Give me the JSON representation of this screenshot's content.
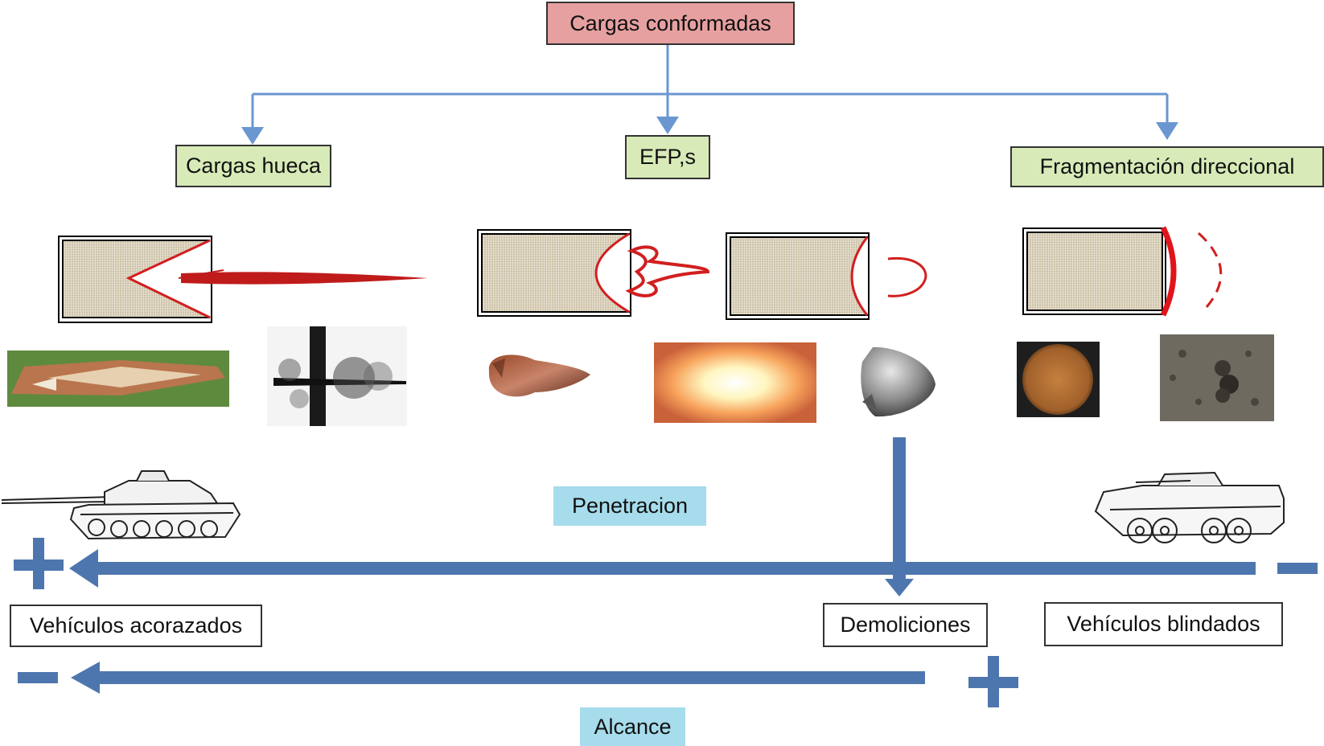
{
  "title": "Cargas conformadas",
  "categories": {
    "hollow": "Cargas hueca",
    "efp": "EFP,s",
    "fragmentation": "Fragmentación direccional"
  },
  "labels": {
    "penetration": "Penetracion",
    "range": "Alcance",
    "armored_vehicles": "Vehículos acorazados",
    "demolitions": "Demoliciones",
    "light_armored_vehicles": "Vehículos blindados"
  },
  "colors": {
    "title_fill": "#e7a0a0",
    "category_fill": "#d8eab7",
    "label_fill": "#a6dceb",
    "connector": "#6a97cf",
    "axis_arrow": "#4e76ae",
    "liner": "#d21f1f"
  }
}
